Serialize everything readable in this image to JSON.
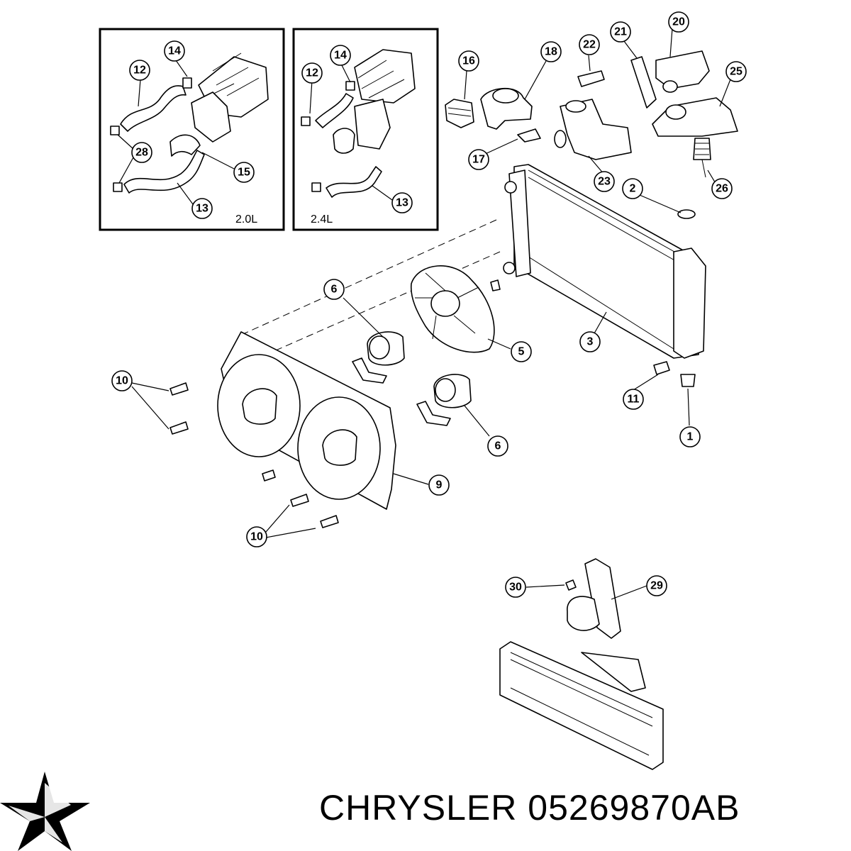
{
  "insets": [
    {
      "label": "2.0L"
    },
    {
      "label": "2.4L"
    }
  ],
  "callouts": {
    "c1": "1",
    "c2": "2",
    "c3": "3",
    "c5": "5",
    "c6a": "6",
    "c6b": "6",
    "c9": "9",
    "c10a": "10",
    "c10b": "10",
    "c11": "11",
    "c12a": "12",
    "c12b": "12",
    "c13a": "13",
    "c13b": "13",
    "c14a": "14",
    "c14b": "14",
    "c15": "15",
    "c16": "16",
    "c17": "17",
    "c18": "18",
    "c20": "20",
    "c21": "21",
    "c22": "22",
    "c23": "23",
    "c25": "25",
    "c26": "26",
    "c28": "28",
    "c29": "29",
    "c30": "30"
  },
  "footer": {
    "brand": "CHRYSLER",
    "part_number": "05269870AB",
    "logo_icon": "chrysler-pentastar-icon"
  }
}
